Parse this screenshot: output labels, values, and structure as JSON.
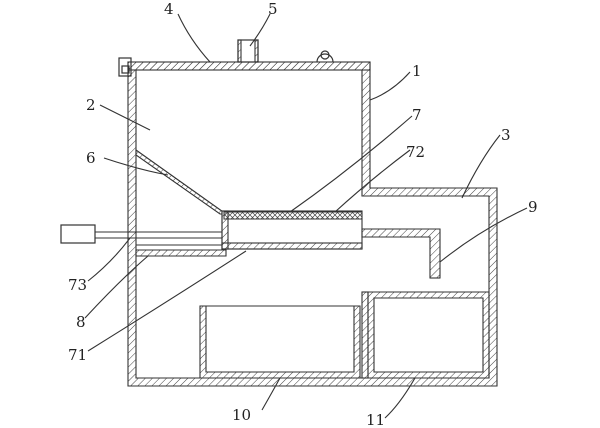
{
  "diagram": {
    "labels": {
      "l1": "1",
      "l2": "2",
      "l3": "3",
      "l4": "4",
      "l5": "5",
      "l6": "6",
      "l7": "7",
      "l72": "72",
      "l9": "9",
      "l73": "73",
      "l8": "8",
      "l71": "71",
      "l10": "10",
      "l11": "11"
    }
  }
}
